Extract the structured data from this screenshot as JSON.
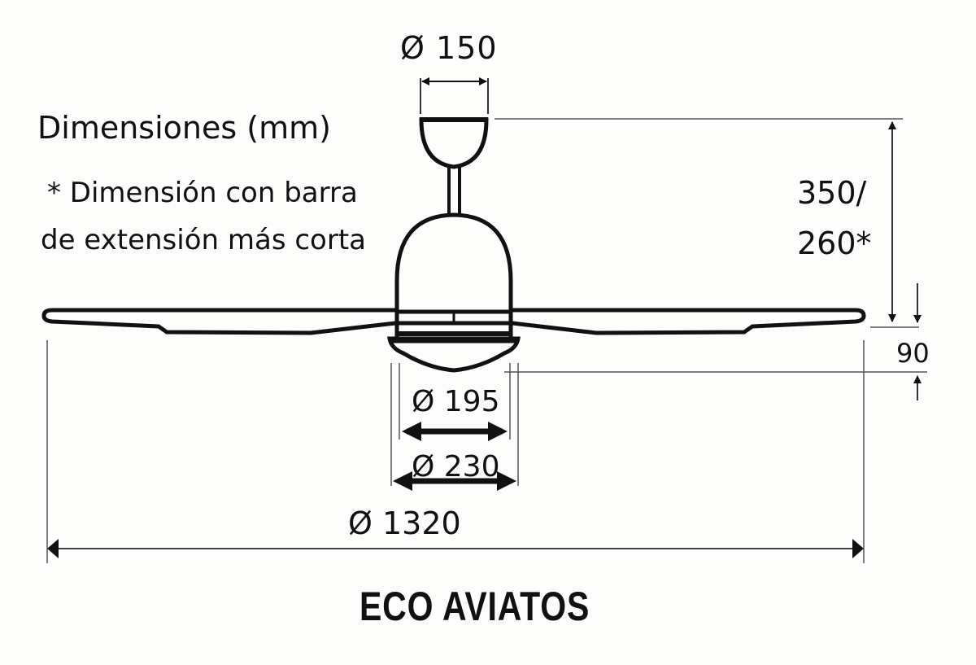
{
  "diagram": {
    "title": "Dimensiones (mm)",
    "note_line1": "* Dimensión con barra",
    "note_line2": "de extensión más corta",
    "model_name": "ECO AVIATOS",
    "subject": "ceiling-fan-side-view",
    "dimensions": {
      "canopy_diameter": "Ø 150",
      "height_line1": "350/",
      "height_line2": "260*",
      "motor_bottom_height": "90",
      "motor_diameter": "Ø 195",
      "light_diameter": "Ø 230",
      "blade_span_diameter": "Ø 1320"
    },
    "colors": {
      "line": "#111111",
      "dim_line": "#555555",
      "background": "#fdfdfc"
    }
  }
}
